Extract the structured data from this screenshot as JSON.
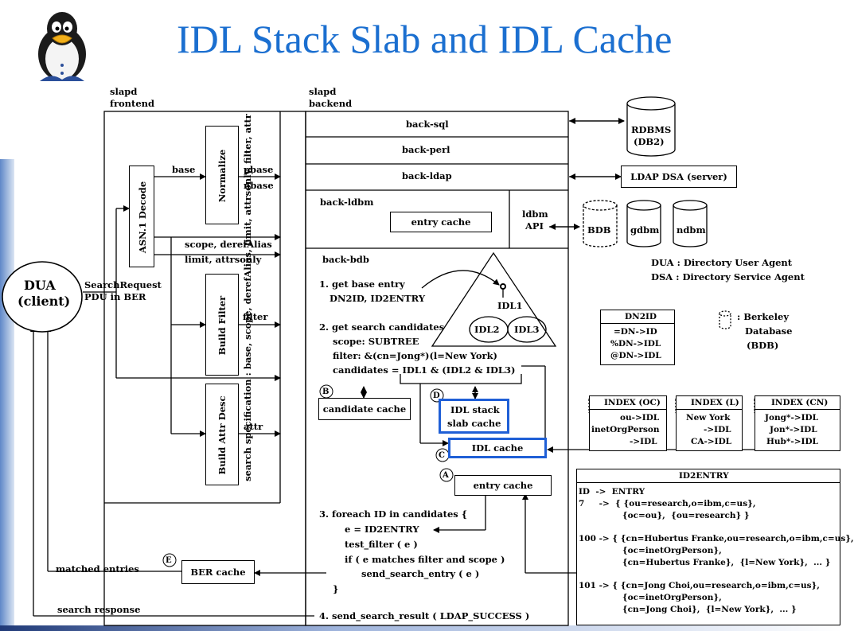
{
  "title": "IDL Stack Slab and IDL Cache",
  "colors": {
    "title": "#1b6fd0",
    "highlight": "#1f5fd6",
    "ink": "#000000"
  },
  "logo": "linux-penguin",
  "frontend": {
    "l1": "slapd",
    "l2": "frontend"
  },
  "backend": {
    "l1": "slapd",
    "l2": "backend"
  },
  "dua": {
    "l1": "DUA",
    "l2": "(client)"
  },
  "request": {
    "l1": "SearchRequest",
    "l2": "PDU in BER"
  },
  "frontend_boxes": {
    "asn1": "ASN.1 Decode",
    "normalize": "Normalize",
    "build_filter": "Build Filter",
    "build_attr": "Build Attr Desc"
  },
  "flow_labels": {
    "base": "base",
    "pbase": "pbase",
    "nbase": "nbase",
    "scope": "scope, derefAlias",
    "limit": "limit, attrsonly",
    "filter": "filter",
    "attr": "attr",
    "matched": "matched entries",
    "search_response": "search response"
  },
  "spec_label": "search specification :  base, scope, derefAlias, limit, attrsonly, filter, attr",
  "backends": {
    "sql": "back-sql",
    "perl": "back-perl",
    "ldap": "back-ldap",
    "ldbm": "back-ldbm",
    "bdb": "back-bdb"
  },
  "ldbm": {
    "entry_cache": "entry cache",
    "api_l1": "ldbm",
    "api_l2": "API"
  },
  "external": {
    "rdbms_l1": "RDBMS",
    "rdbms_l2": "(DB2)",
    "ldap_dsa": "LDAP DSA (server)",
    "bdb": "BDB",
    "gdbm": "gdbm",
    "ndbm": "ndbm"
  },
  "definitions": {
    "dua": "DUA : Directory User Agent",
    "dsa": "DSA : Directory Service Agent"
  },
  "steps": {
    "s1": "1. get base entry",
    "s1b": "DN2ID, ID2ENTRY",
    "s2": "2. get search candidates",
    "s2a": "scope: SUBTREE",
    "s2b": "filter: &(cn=Jong*)(l=New York)",
    "s2c": "candidates = IDL1 & (IDL2 & IDL3)",
    "s3": "3. foreach ID in candidates {",
    "s3a": "e = ID2ENTRY",
    "s3b": "test_filter ( e )",
    "s3c": "if ( e matches filter and scope )",
    "s3d": "send_search_entry ( e )",
    "s3e": "}",
    "s4": "4. send_search_result ( LDAP_SUCCESS )"
  },
  "idl": {
    "idl1": "IDL1",
    "idl2": "IDL2",
    "idl3": "IDL3"
  },
  "caches": {
    "candidate": "candidate cache",
    "idl_stack_l1": "IDL stack",
    "idl_stack_l2": "slab cache",
    "idl_cache": "IDL cache",
    "entry": "entry cache",
    "ber": "BER cache"
  },
  "markers": {
    "a": "A",
    "b": "B",
    "c": "C",
    "d": "D",
    "e": "E"
  },
  "dn2id": {
    "title": "DN2ID",
    "r1": "=DN->ID",
    "r2": "%DN->IDL",
    "r3": "@DN->IDL"
  },
  "berkeley": {
    "l1": ": Berkeley",
    "l2": "Database",
    "l3": "(BDB)"
  },
  "index_oc": {
    "title": "INDEX (OC)",
    "r1": "ou->IDL",
    "r2": "inetOrgPerson",
    "r3": "->IDL"
  },
  "index_l": {
    "title": "INDEX (L)",
    "r1": "New York",
    "r2": "->IDL",
    "r3": "CA->IDL"
  },
  "index_cn": {
    "title": "INDEX (CN)",
    "r1": "Jong*->IDL",
    "r2": "Jon*->IDL",
    "r3": "Hub*->IDL"
  },
  "id2entry": {
    "title": "ID2ENTRY",
    "lines": [
      "ID  ->  ENTRY",
      "7     ->  { {ou=research,o=ibm,c=us},",
      "               {oc=ou},  {ou=research} }",
      "",
      "100 -> { {cn=Hubertus Franke,ou=research,o=ibm,c=us},",
      "               {oc=inetOrgPerson},",
      "               {cn=Hubertus Franke},  {l=New York},  ... }",
      "",
      "101 -> { {cn=Jong Choi,ou=research,o=ibm,c=us},",
      "               {oc=inetOrgPerson},",
      "               {cn=Jong Choi},  {l=New York},  ... }"
    ]
  }
}
